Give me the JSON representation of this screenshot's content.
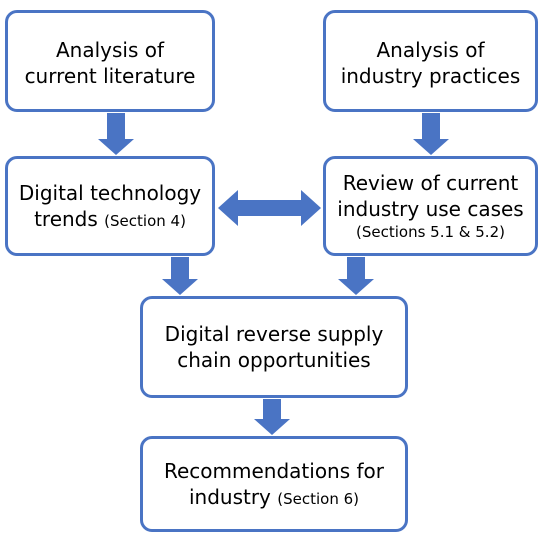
{
  "colors": {
    "border": "#4a74c4",
    "arrow": "#4a74c4",
    "background": "#ffffff",
    "text": "#000000"
  },
  "boxes": {
    "literature": {
      "line1": "Analysis of",
      "line2": "current literature"
    },
    "industry": {
      "line1": "Analysis of",
      "line2": "industry practices"
    },
    "trends": {
      "line1": "Digital technology",
      "line2": "trends",
      "ref": "(Section 4)"
    },
    "review": {
      "line1": "Review of current",
      "line2": "industry use cases",
      "ref": "(Sections 5.1 & 5.2)"
    },
    "opportunities": {
      "line1": "Digital reverse supply",
      "line2": "chain opportunities"
    },
    "recommendations": {
      "line1": "Recommendations  for",
      "line2": "industry",
      "ref": "(Section 6)"
    }
  },
  "arrows": [
    {
      "name": "arrow-literature-to-trends",
      "direction": "down"
    },
    {
      "name": "arrow-industry-to-review",
      "direction": "down"
    },
    {
      "name": "arrow-trends-review-bidirectional",
      "direction": "both"
    },
    {
      "name": "arrow-trends-to-opportunities",
      "direction": "down"
    },
    {
      "name": "arrow-review-to-opportunities",
      "direction": "down"
    },
    {
      "name": "arrow-opportunities-to-recommendations",
      "direction": "down"
    }
  ]
}
